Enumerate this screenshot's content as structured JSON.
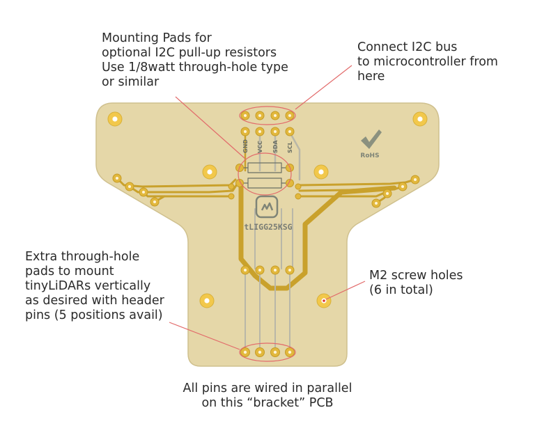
{
  "callouts": {
    "mounting_pads": {
      "lines": [
        "Mounting Pads for",
        "optional I2C pull-up resistors",
        "Use 1/8watt through-hole type",
        "or similar"
      ]
    },
    "i2c_bus": {
      "lines": [
        "Connect I2C bus",
        "to microcontroller from",
        "here"
      ]
    },
    "extra_pads": {
      "lines": [
        "Extra through-hole",
        "pads to mount",
        "tinyLiDARs vertically",
        "as desired with header",
        "pins (5 positions avail)"
      ]
    },
    "screw_holes": {
      "lines": [
        "M2 screw holes",
        "(6 in total)"
      ]
    },
    "parallel": {
      "lines": [
        "All pins are wired in parallel",
        "on this “bracket” PCB"
      ]
    }
  },
  "board": {
    "pin_labels": [
      "GND",
      "VCC",
      "SDA",
      "SCL"
    ],
    "part_number": "tLIGG25KSG",
    "rohs_mark": "RoHS",
    "colors": {
      "board": "#e5d7a8",
      "board_edge": "#cfc08e",
      "trace": "#c9a12c",
      "pad": "#e2b83d",
      "callout_ellipse": "#e26a6a",
      "silkscreen": "#7a7d74"
    }
  }
}
